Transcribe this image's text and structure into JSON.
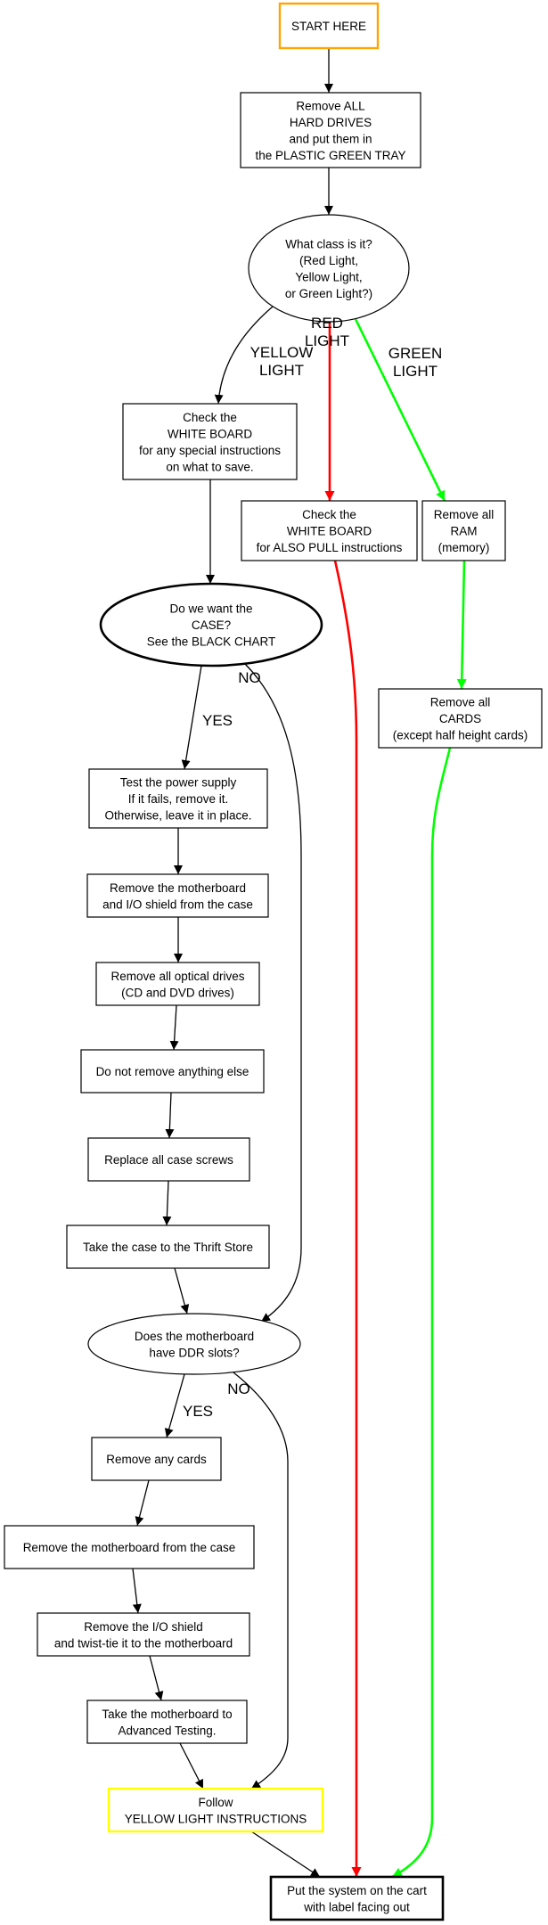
{
  "title": "Computer Teardown Flowchart",
  "colors": {
    "default_stroke": "#000000",
    "start_border": "#ffa500",
    "yellow_border": "#ffff00",
    "red_edge": "#ff0000",
    "green_edge": "#00ff00",
    "background": "#ffffff"
  },
  "nodes": [
    {
      "id": "start",
      "shape": "box",
      "border": "orange",
      "lines": [
        "START HERE"
      ]
    },
    {
      "id": "hdd",
      "shape": "box",
      "lines": [
        "Remove ALL",
        "HARD DRIVES",
        "and put them in",
        "the PLASTIC GREEN TRAY"
      ]
    },
    {
      "id": "class",
      "shape": "ellipse",
      "lines": [
        "What class is it?",
        "(Red Light,",
        "Yellow Light,",
        "or Green Light?)"
      ]
    },
    {
      "id": "yellow_wb",
      "shape": "box",
      "lines": [
        "Check the",
        "WHITE BOARD",
        "for any special instructions",
        "on what to save."
      ]
    },
    {
      "id": "red_wb",
      "shape": "box",
      "lines": [
        "Check the",
        "WHITE BOARD",
        "for ALSO PULL instructions"
      ]
    },
    {
      "id": "ram",
      "shape": "box",
      "lines": [
        "Remove all",
        "RAM",
        "(memory)"
      ]
    },
    {
      "id": "case_q",
      "shape": "ellipse",
      "bold": true,
      "lines": [
        "Do we want the",
        "CASE?",
        "See the BLACK CHART"
      ]
    },
    {
      "id": "cards",
      "shape": "box",
      "lines": [
        "Remove all",
        "CARDS",
        "(except half height cards)"
      ]
    },
    {
      "id": "psu",
      "shape": "box",
      "lines": [
        "Test the power supply",
        "If it fails, remove it.",
        "Otherwise, leave it in place."
      ]
    },
    {
      "id": "mb_io",
      "shape": "box",
      "lines": [
        "Remove the motherboard",
        "and I/O shield from the case"
      ]
    },
    {
      "id": "optical",
      "shape": "box",
      "lines": [
        "Remove all optical drives",
        "(CD and DVD drives)"
      ]
    },
    {
      "id": "nothing_else",
      "shape": "box",
      "lines": [
        "Do not remove anything else"
      ]
    },
    {
      "id": "screws",
      "shape": "box",
      "lines": [
        "Replace all case screws"
      ]
    },
    {
      "id": "thrift",
      "shape": "box",
      "lines": [
        "Take the case to the Thrift Store"
      ]
    },
    {
      "id": "ddr_q",
      "shape": "ellipse",
      "lines": [
        "Does the motherboard",
        "have DDR slots?"
      ]
    },
    {
      "id": "any_cards",
      "shape": "box",
      "lines": [
        "Remove any cards"
      ]
    },
    {
      "id": "mb_remove",
      "shape": "box",
      "lines": [
        "Remove the motherboard from the case"
      ]
    },
    {
      "id": "io_shield",
      "shape": "box",
      "lines": [
        "Remove the I/O shield",
        "and twist-tie it to the motherboard"
      ]
    },
    {
      "id": "adv_test",
      "shape": "box",
      "lines": [
        "Take the motherboard to",
        "Advanced Testing."
      ]
    },
    {
      "id": "follow_yellow",
      "shape": "box",
      "border": "yellow",
      "lines": [
        "Follow",
        "YELLOW LIGHT INSTRUCTIONS"
      ]
    },
    {
      "id": "cart",
      "shape": "box",
      "bold": true,
      "lines": [
        "Put the system on the cart",
        "with label facing out"
      ]
    }
  ],
  "edges": [
    {
      "from": "start",
      "to": "hdd",
      "color": "black",
      "label": []
    },
    {
      "from": "hdd",
      "to": "class",
      "color": "black",
      "label": []
    },
    {
      "from": "class",
      "to": "yellow_wb",
      "color": "black",
      "label": [
        "YELLOW",
        "LIGHT"
      ]
    },
    {
      "from": "class",
      "to": "red_wb",
      "color": "red",
      "label": [
        "RED",
        "LIGHT"
      ]
    },
    {
      "from": "class",
      "to": "ram",
      "color": "green",
      "label": [
        "GREEN",
        "LIGHT"
      ]
    },
    {
      "from": "yellow_wb",
      "to": "case_q",
      "color": "black",
      "label": []
    },
    {
      "from": "ram",
      "to": "cards",
      "color": "green",
      "label": []
    },
    {
      "from": "case_q",
      "to": "psu",
      "color": "black",
      "label": [
        "YES"
      ]
    },
    {
      "from": "case_q",
      "to": "ddr_q",
      "color": "black",
      "label": [
        "NO"
      ]
    },
    {
      "from": "psu",
      "to": "mb_io",
      "color": "black",
      "label": []
    },
    {
      "from": "mb_io",
      "to": "optical",
      "color": "black",
      "label": []
    },
    {
      "from": "optical",
      "to": "nothing_else",
      "color": "black",
      "label": []
    },
    {
      "from": "nothing_else",
      "to": "screws",
      "color": "black",
      "label": []
    },
    {
      "from": "screws",
      "to": "thrift",
      "color": "black",
      "label": []
    },
    {
      "from": "thrift",
      "to": "ddr_q",
      "color": "black",
      "label": []
    },
    {
      "from": "ddr_q",
      "to": "any_cards",
      "color": "black",
      "label": [
        "YES"
      ]
    },
    {
      "from": "ddr_q",
      "to": "follow_yellow",
      "color": "black",
      "label": [
        "NO"
      ]
    },
    {
      "from": "any_cards",
      "to": "mb_remove",
      "color": "black",
      "label": []
    },
    {
      "from": "mb_remove",
      "to": "io_shield",
      "color": "black",
      "label": []
    },
    {
      "from": "io_shield",
      "to": "adv_test",
      "color": "black",
      "label": []
    },
    {
      "from": "adv_test",
      "to": "follow_yellow",
      "color": "black",
      "label": []
    },
    {
      "from": "follow_yellow",
      "to": "cart",
      "color": "black",
      "label": []
    },
    {
      "from": "red_wb",
      "to": "cart",
      "color": "red",
      "label": []
    },
    {
      "from": "cards",
      "to": "cart",
      "color": "green",
      "label": []
    }
  ]
}
